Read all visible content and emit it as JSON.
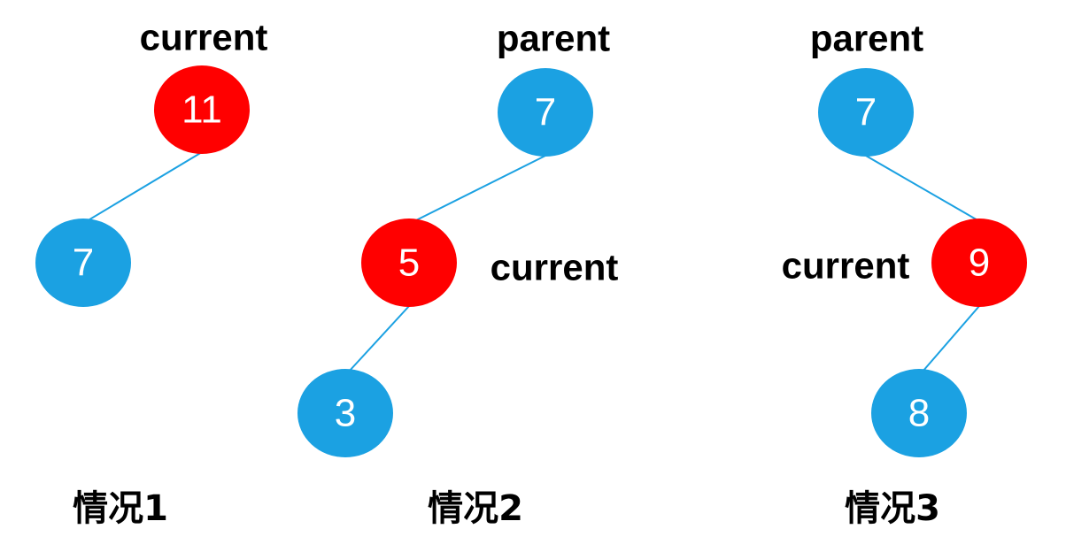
{
  "colors": {
    "red_node": "#ff0000",
    "blue_node": "#1ba1e2",
    "edge": "#1ba1e2"
  },
  "cases": [
    {
      "caption": "情况1",
      "top_role": "current",
      "nodes": [
        {
          "value": "11",
          "color": "red"
        },
        {
          "value": "7",
          "color": "blue"
        }
      ]
    },
    {
      "caption": "情况2",
      "top_role": "parent",
      "middle_role": "current",
      "nodes": [
        {
          "value": "7",
          "color": "blue"
        },
        {
          "value": "5",
          "color": "red"
        },
        {
          "value": "3",
          "color": "blue"
        }
      ]
    },
    {
      "caption": "情况3",
      "top_role": "parent",
      "middle_role": "current",
      "nodes": [
        {
          "value": "7",
          "color": "blue"
        },
        {
          "value": "9",
          "color": "red"
        },
        {
          "value": "8",
          "color": "blue"
        }
      ]
    }
  ]
}
